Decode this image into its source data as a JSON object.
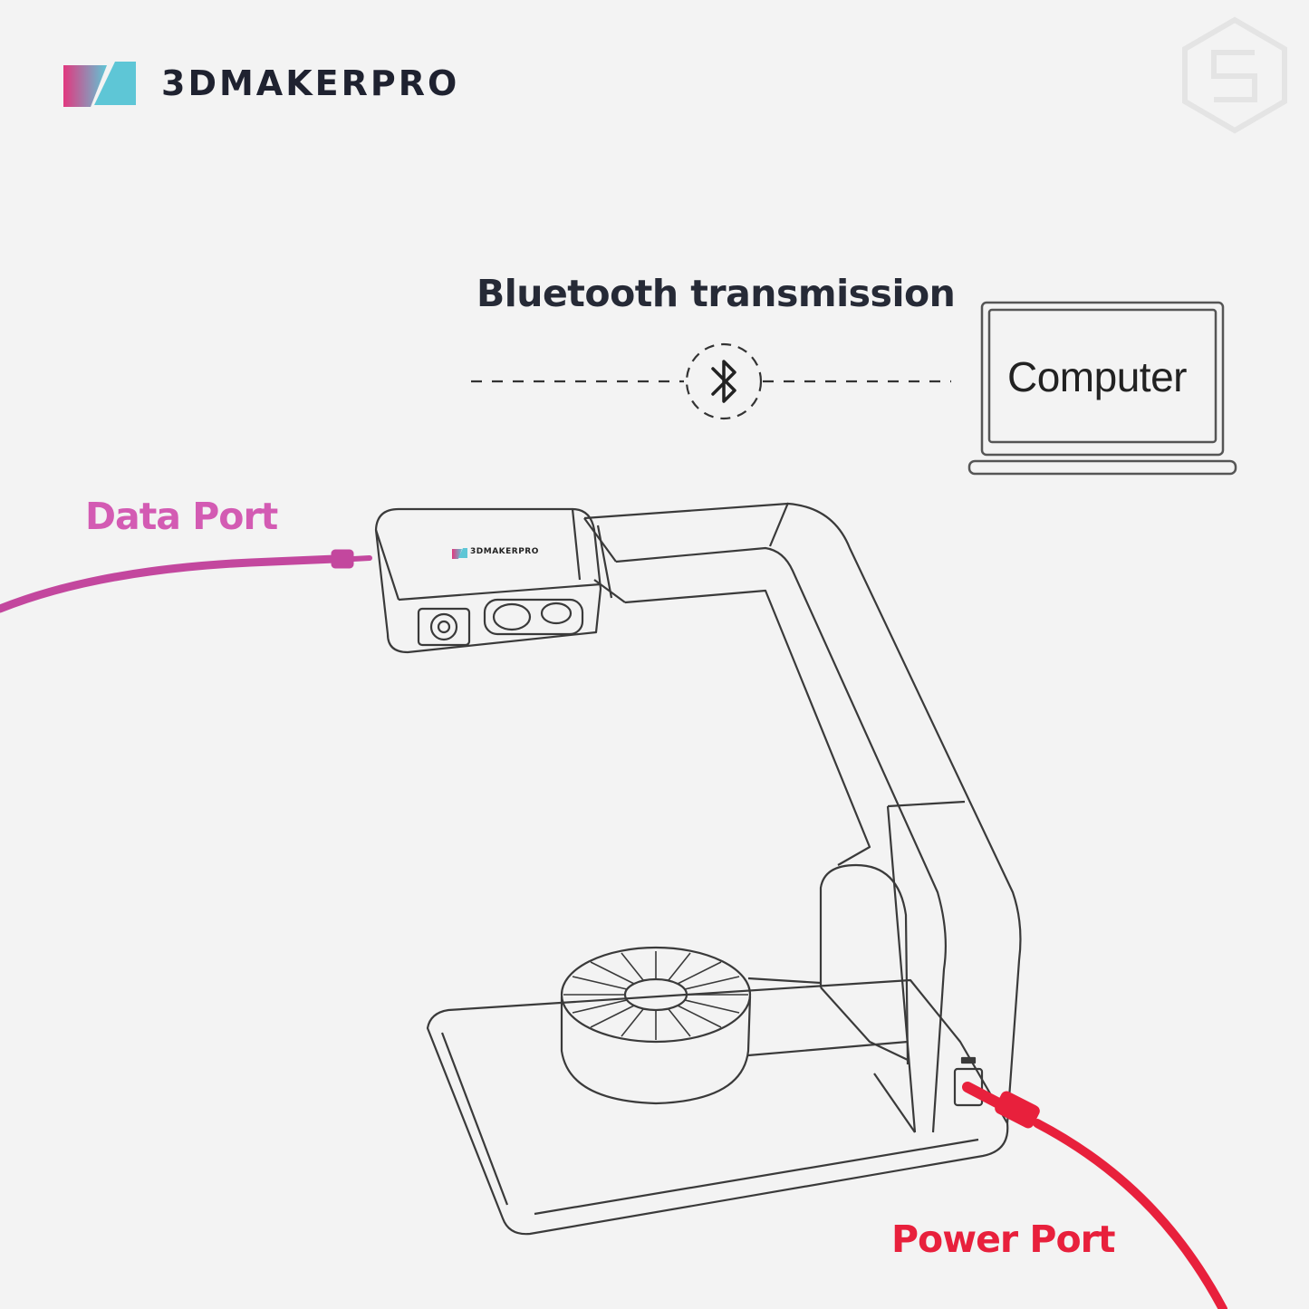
{
  "brand": {
    "name": "3DMAKERPRO",
    "colors": {
      "magenta": "#e2387f",
      "cyan": "#5ec6d6"
    }
  },
  "diagram": {
    "bluetooth_label": "Bluetooth transmission",
    "bluetooth_icon": "bluetooth-icon",
    "computer_label": "Computer",
    "device_brand": "3DMAKERPRO",
    "data_port_label": "Data Port",
    "power_port_label": "Power Port",
    "colors": {
      "data_cable": "#c3479e",
      "power_cable": "#e8203c",
      "outline": "#3a3a3a"
    }
  }
}
